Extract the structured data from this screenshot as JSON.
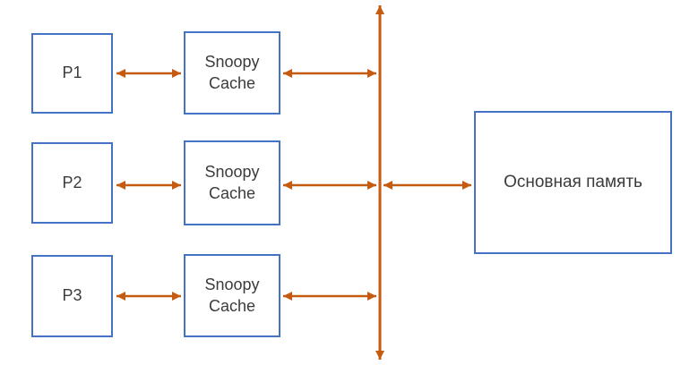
{
  "diagram": {
    "processors": [
      {
        "label": "P1"
      },
      {
        "label": "P2"
      },
      {
        "label": "P3"
      }
    ],
    "cache_label": "Snoopy\nCache",
    "memory_label": "Основная память"
  },
  "colors": {
    "box-border": "#4472C4",
    "arrow": "#C55A11",
    "text": "#3B3B3B"
  }
}
